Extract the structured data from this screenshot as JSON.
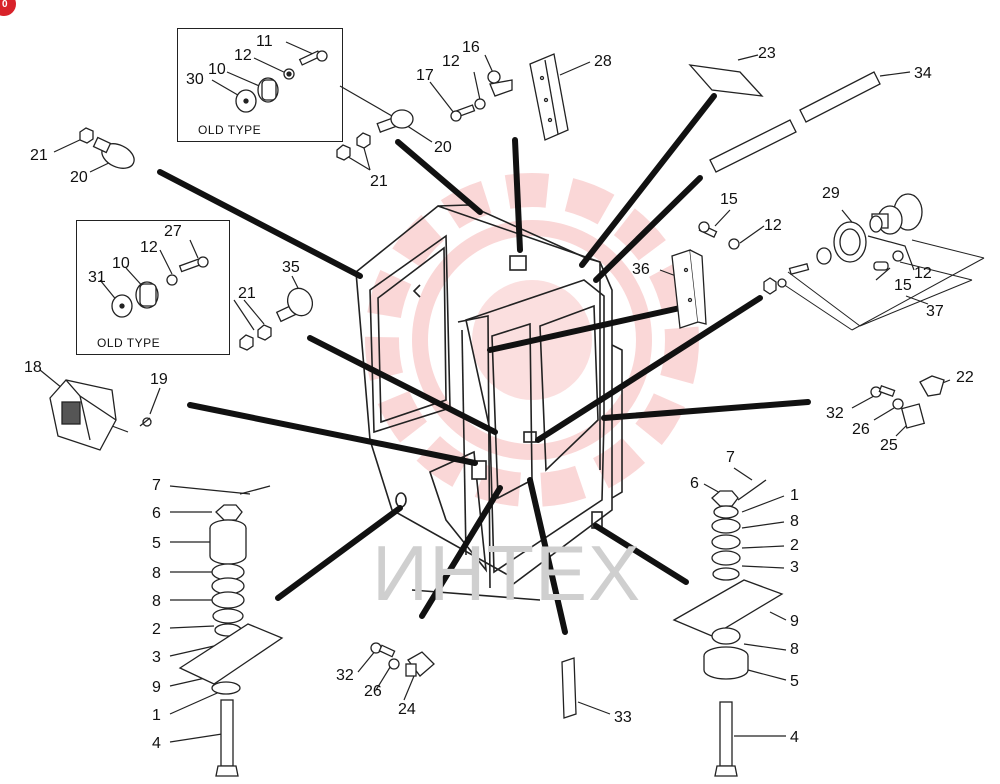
{
  "badge": {
    "text": "0"
  },
  "old_type_boxes": [
    {
      "label": "OLD TYPE"
    },
    {
      "label": "OLD TYPE"
    }
  ],
  "watermark": {
    "text": "ИНТЕХ",
    "color": "#f2a6a6"
  },
  "callouts": [
    {
      "id": "11a",
      "text": "11"
    },
    {
      "id": "12a",
      "text": "12"
    },
    {
      "id": "10a",
      "text": "10"
    },
    {
      "id": "30",
      "text": "30"
    },
    {
      "id": "20a",
      "text": "20"
    },
    {
      "id": "21a",
      "text": "21"
    },
    {
      "id": "21b",
      "text": "21"
    },
    {
      "id": "20b",
      "text": "20"
    },
    {
      "id": "17",
      "text": "17"
    },
    {
      "id": "12b",
      "text": "12"
    },
    {
      "id": "16",
      "text": "16"
    },
    {
      "id": "28",
      "text": "28"
    },
    {
      "id": "23",
      "text": "23"
    },
    {
      "id": "34",
      "text": "34"
    },
    {
      "id": "15a",
      "text": "15"
    },
    {
      "id": "12c",
      "text": "12"
    },
    {
      "id": "29",
      "text": "29"
    },
    {
      "id": "12d",
      "text": "12"
    },
    {
      "id": "15b",
      "text": "15"
    },
    {
      "id": "36",
      "text": "36"
    },
    {
      "id": "37",
      "text": "37"
    },
    {
      "id": "27",
      "text": "27"
    },
    {
      "id": "12e",
      "text": "12"
    },
    {
      "id": "10b",
      "text": "10"
    },
    {
      "id": "31",
      "text": "31"
    },
    {
      "id": "21c",
      "text": "21"
    },
    {
      "id": "35",
      "text": "35"
    },
    {
      "id": "18",
      "text": "18"
    },
    {
      "id": "19",
      "text": "19"
    },
    {
      "id": "22",
      "text": "22"
    },
    {
      "id": "32a",
      "text": "32"
    },
    {
      "id": "26a",
      "text": "26"
    },
    {
      "id": "25",
      "text": "25"
    },
    {
      "id": "7a",
      "text": "7"
    },
    {
      "id": "6a",
      "text": "6"
    },
    {
      "id": "5a",
      "text": "5"
    },
    {
      "id": "8a",
      "text": "8"
    },
    {
      "id": "8b",
      "text": "8"
    },
    {
      "id": "2a",
      "text": "2"
    },
    {
      "id": "3a",
      "text": "3"
    },
    {
      "id": "9a",
      "text": "9"
    },
    {
      "id": "1a",
      "text": "1"
    },
    {
      "id": "4a",
      "text": "4"
    },
    {
      "id": "7b",
      "text": "7"
    },
    {
      "id": "6b",
      "text": "6"
    },
    {
      "id": "1b",
      "text": "1"
    },
    {
      "id": "8c",
      "text": "8"
    },
    {
      "id": "2b",
      "text": "2"
    },
    {
      "id": "3b",
      "text": "3"
    },
    {
      "id": "9b",
      "text": "9"
    },
    {
      "id": "8d",
      "text": "8"
    },
    {
      "id": "5b",
      "text": "5"
    },
    {
      "id": "4b",
      "text": "4"
    },
    {
      "id": "32b",
      "text": "32"
    },
    {
      "id": "26b",
      "text": "26"
    },
    {
      "id": "24",
      "text": "24"
    },
    {
      "id": "33",
      "text": "33"
    }
  ]
}
